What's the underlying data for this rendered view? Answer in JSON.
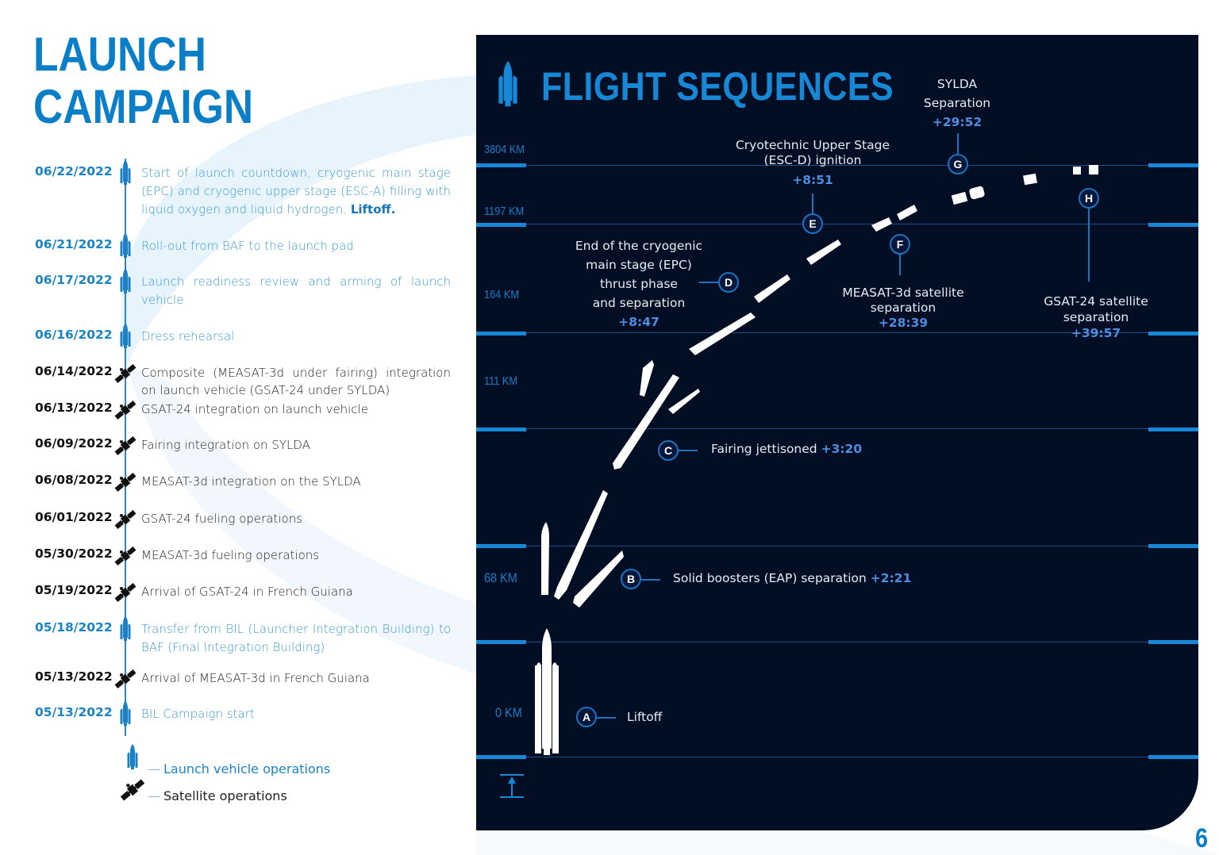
{
  "page": {
    "title_line1": "LAUNCH",
    "title_line2": "CAMPAIGN",
    "page_number": "6",
    "colors": {
      "brand_blue": "#0a7fc8",
      "panel_bg": "#020e24",
      "time_accent": "#4e8de0",
      "grid_line": "#1d4e8c"
    }
  },
  "timeline": [
    {
      "date": "06/22/2022",
      "type": "launch-vehicle",
      "icon": "rocket-icon",
      "text": "Start of launch countdown, cryogenic main stage (EPC) and cryogenic upper stage (ESC-A) filling with liquid oxygen and liquid hydrogen.",
      "bold": "Liftoff."
    },
    {
      "date": "06/21/2022",
      "type": "launch-vehicle",
      "icon": "rocket-icon",
      "text": "Roll-out from BAF to the launch pad"
    },
    {
      "date": "06/17/2022",
      "type": "launch-vehicle",
      "icon": "rocket-icon",
      "text": "Launch readiness review and arming of launch vehicle"
    },
    {
      "date": "06/16/2022",
      "type": "launch-vehicle",
      "icon": "rocket-icon",
      "text": "Dress rehearsal"
    },
    {
      "date": "06/14/2022",
      "type": "satellite",
      "icon": "satellite-icon",
      "text": "Composite (MEASAT-3d under fairing) integration on launch vehicle (GSAT-24 under SYLDA)"
    },
    {
      "date": "06/13/2022",
      "type": "satellite",
      "icon": "satellite-icon",
      "text": "GSAT-24 integration on launch vehicle"
    },
    {
      "date": "06/09/2022",
      "type": "satellite",
      "icon": "satellite-icon",
      "text": "Fairing integration on SYLDA"
    },
    {
      "date": "06/08/2022",
      "type": "satellite",
      "icon": "satellite-icon",
      "text": "MEASAT-3d integration on the SYLDA"
    },
    {
      "date": "06/01/2022",
      "type": "satellite",
      "icon": "satellite-icon",
      "text": "GSAT-24 fueling operations"
    },
    {
      "date": "05/30/2022",
      "type": "satellite",
      "icon": "satellite-icon",
      "text": "MEASAT-3d fueling operations"
    },
    {
      "date": "05/19/2022",
      "type": "satellite",
      "icon": "satellite-icon",
      "text": "Arrival of GSAT-24 in French Guiana"
    },
    {
      "date": "05/18/2022",
      "type": "launch-vehicle",
      "icon": "rocket-icon",
      "text": "Transfer from BIL (Launcher Integration Building) to BAF (Final Integration Building)"
    },
    {
      "date": "05/13/2022",
      "type": "satellite",
      "icon": "satellite-icon",
      "text": "Arrival of MEASAT-3d in French Guiana"
    },
    {
      "date": "05/13/2022",
      "type": "launch-vehicle",
      "icon": "rocket-icon",
      "text": "BIL Campaign start"
    }
  ],
  "legend": {
    "launch_vehicle": {
      "icon": "rocket-icon",
      "dash": "—",
      "label": "Launch vehicle operations"
    },
    "satellite": {
      "icon": "satellite-icon",
      "dash": "—",
      "label": "Satellite operations"
    }
  },
  "flight": {
    "title": "FLIGHT SEQUENCES",
    "altitudes": [
      {
        "label": "3804 KM"
      },
      {
        "label": "1197 KM"
      },
      {
        "label": "164 KM"
      },
      {
        "label": "111 KM"
      },
      {
        "label": "68 KM"
      },
      {
        "label": "0 KM"
      }
    ],
    "events": [
      {
        "id": "A",
        "label": "Liftoff",
        "time": ""
      },
      {
        "id": "B",
        "label": "Solid boosters (EAP) separation",
        "time": "+2:21"
      },
      {
        "id": "C",
        "label": "Fairing jettisoned",
        "time": "+3:20"
      },
      {
        "id": "D",
        "label_lines": [
          "End of the cryogenic",
          "main stage (EPC)",
          "thrust phase",
          "and separation"
        ],
        "time": "+8:47"
      },
      {
        "id": "E",
        "label_lines": [
          "Cryotechnic Upper Stage",
          "(ESC-D) ignition"
        ],
        "time": "+8:51"
      },
      {
        "id": "F",
        "label_lines": [
          "MEASAT-3d satellite",
          "separation"
        ],
        "time": "+28:39"
      },
      {
        "id": "G",
        "label_lines": [
          "SYLDA",
          "Separation"
        ],
        "time": "+29:52"
      },
      {
        "id": "H",
        "label_lines": [
          "GSAT-24 satellite",
          "separation"
        ],
        "time": "+39:57"
      }
    ],
    "altitude_scale_icon": "altitude-arrow-icon"
  }
}
